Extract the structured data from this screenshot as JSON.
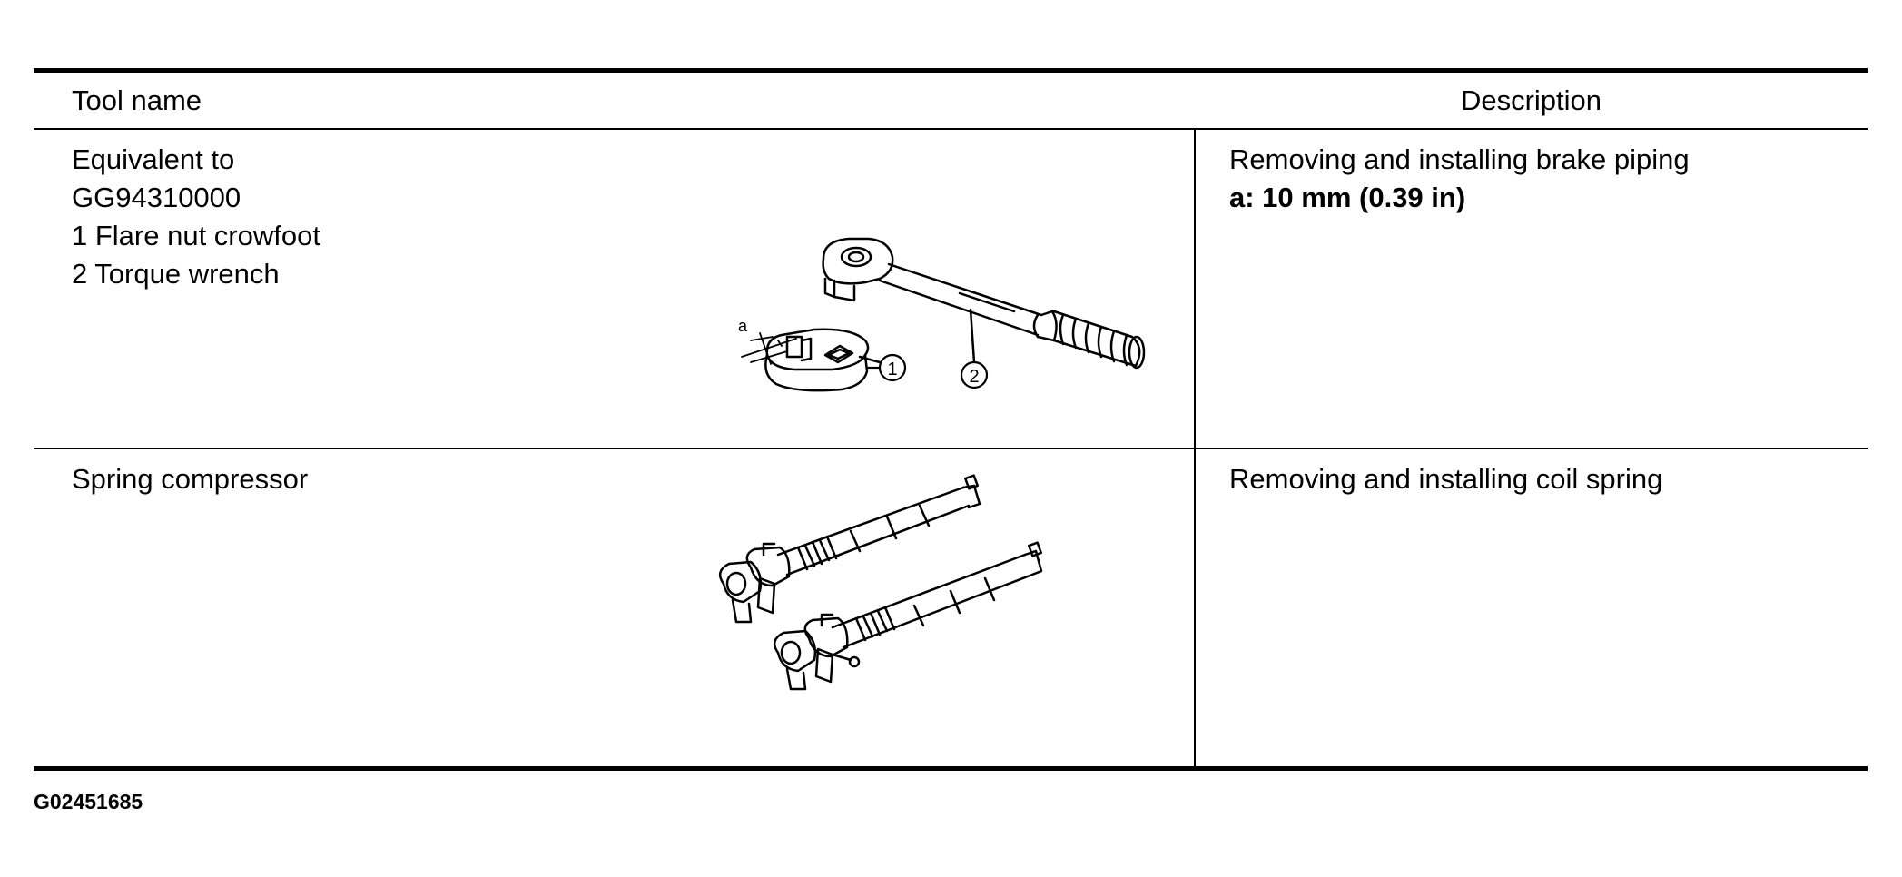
{
  "table": {
    "header": {
      "tool_name": "Tool name",
      "description": "Description"
    },
    "rows": [
      {
        "tool_lines": [
          "Equivalent to",
          "GG94310000",
          "1 Flare nut crowfoot",
          "2 Torque wrench"
        ],
        "description_lines": [
          "Removing and installing brake piping"
        ],
        "description_bold": "a: 10 mm (0.39 in)",
        "callouts": {
          "a": "a",
          "one": "1",
          "two": "2"
        }
      },
      {
        "tool_lines": [
          "Spring compressor"
        ],
        "description_lines": [
          "Removing and installing coil spring"
        ]
      }
    ]
  },
  "figure_id": "G02451685"
}
